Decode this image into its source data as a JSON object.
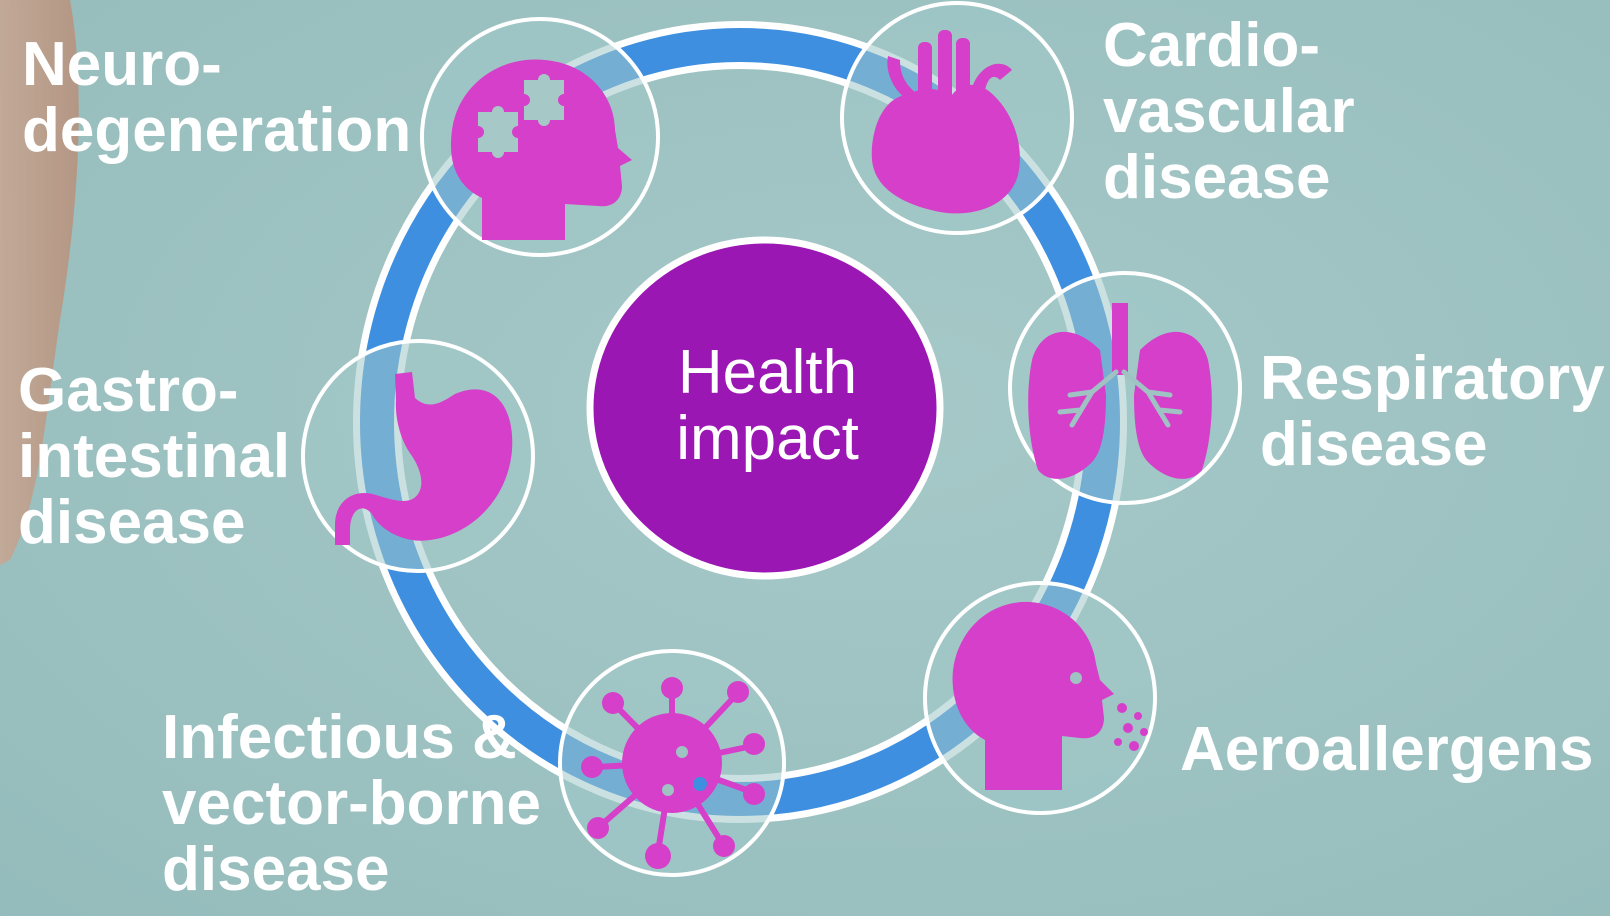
{
  "center": {
    "line1": "Health",
    "line2": "impact"
  },
  "nodes": [
    {
      "id": "neuro",
      "icon": "brain-puzzle-icon",
      "lines": [
        "Neuro-",
        "degeneration"
      ]
    },
    {
      "id": "cardio",
      "icon": "heart-icon",
      "lines": [
        "Cardio-",
        "vascular",
        "disease"
      ]
    },
    {
      "id": "respiratory",
      "icon": "lungs-icon",
      "lines": [
        "Respiratory",
        "disease"
      ]
    },
    {
      "id": "aero",
      "icon": "head-allergen-icon",
      "lines": [
        "Aeroallergens"
      ]
    },
    {
      "id": "infectious",
      "icon": "virus-icon",
      "lines": [
        "Infectious &",
        "vector-borne",
        "disease"
      ]
    },
    {
      "id": "gastro",
      "icon": "stomach-icon",
      "lines": [
        "Gastro-",
        "intestinal",
        "disease"
      ]
    }
  ],
  "colors": {
    "background": "#9fc2c2",
    "ring": "#3e8fe0",
    "center_fill": "#9b17b3",
    "icon": "#d63fc9",
    "outline": "#ffffff"
  }
}
